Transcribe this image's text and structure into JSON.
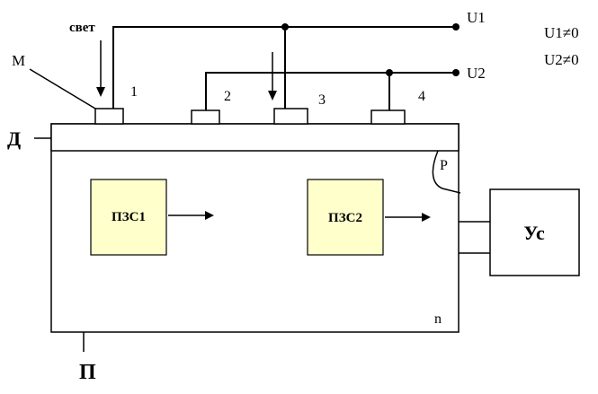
{
  "labels": {
    "light": "свет",
    "m": "М",
    "d": "Д",
    "p_substrate": "П",
    "p_region": "P",
    "n_region": "n",
    "u1": "U1",
    "u2": "U2",
    "cond1": "U1≠0",
    "cond2": "U2≠0",
    "amplifier": "Ус"
  },
  "electrodes": [
    "1",
    "2",
    "3",
    "4"
  ],
  "ccd_blocks": [
    "ПЗС1",
    "ПЗС2"
  ],
  "colors": {
    "ccd_fill": "#ffffcc",
    "line": "#000000",
    "background": "#ffffff"
  }
}
